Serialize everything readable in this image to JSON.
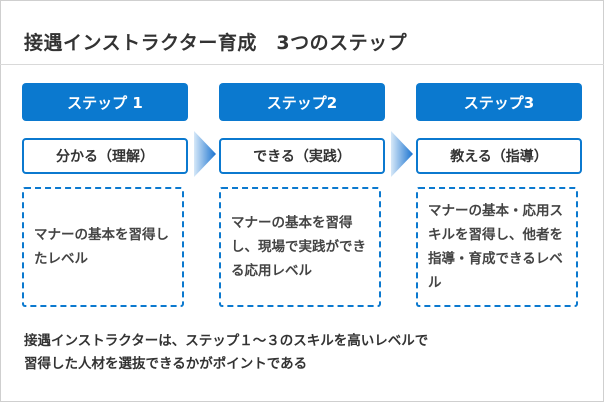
{
  "title": "接遇インストラクター育成　3つのステップ",
  "steps": [
    {
      "label": "ステップ 1",
      "name": "分かる（理解）",
      "description": "マナーの基本を習得したレベル"
    },
    {
      "label": "ステップ2",
      "name": "できる（実践）",
      "description": "マナーの基本を習得し、現場で実践ができる応用レベル"
    },
    {
      "label": "ステップ3",
      "name": "教える（指導）",
      "description": "マナーの基本・応用スキルを習得し、他者を指導・育成できるレベル"
    }
  ],
  "caption": {
    "line1": "接遇インストラクターは、ステップ１～３のスキルを高いレベルで",
    "line2": "習得した人材を選抜できるかがポイントである"
  },
  "colors": {
    "primary": "#0b79cf",
    "arrow_light": "#cfe3f6",
    "arrow_dark": "#1a73d0"
  }
}
